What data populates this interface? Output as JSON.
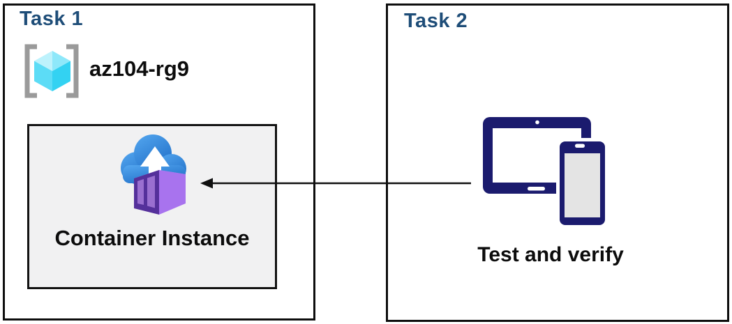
{
  "diagram": {
    "task1": {
      "title": "Task 1",
      "resource_group": {
        "name": "az104-rg9",
        "icon": "resource-group-icon"
      },
      "container_box": {
        "label": "Container Instance",
        "icon": "container-instance-icon"
      }
    },
    "task2": {
      "title": "Task 2",
      "devices": {
        "label": "Test and verify",
        "icon": "tablet-phone-devices-icon"
      }
    },
    "arrow": {
      "from": "task2-devices",
      "to": "container-instance",
      "direction": "right-to-left"
    }
  },
  "colors": {
    "task_title": "#1e4d78",
    "text_dark": "#0c0c0c",
    "box_border": "#0e0e0e",
    "ci_box_bg": "#f1f1f2",
    "ci_box_border": "#121212",
    "arrow_color": "#101010",
    "device_navy": "#1b1b6e",
    "device_screen_gray": "#e4e4e4",
    "cloud_blue_light": "#54a7f0",
    "cloud_blue_dark": "#2271c9",
    "ctr_front": "#55309b",
    "ctr_panel": "#9a6fd0",
    "ctr_top": "#b98df3",
    "ctr_side": "#a873ee",
    "rg_bracket": "#9a9a9a",
    "rg_cube_top_left": "#bdf2fc",
    "rg_cube_top_right": "#8ee8fa",
    "rg_cube_left": "#5cdcf6",
    "rg_cube_right": "#33d2f2"
  }
}
